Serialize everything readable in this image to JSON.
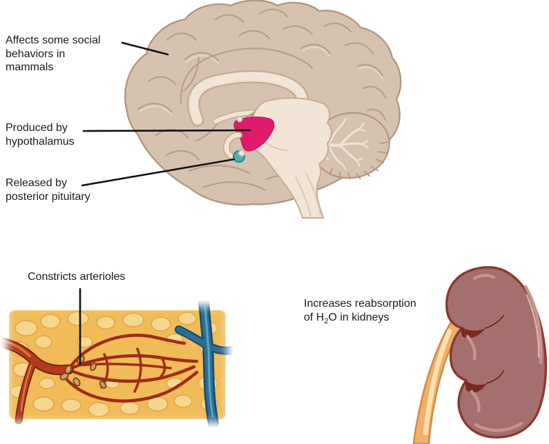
{
  "labels": {
    "social_behaviors": {
      "line1": "Affects some social",
      "line2": "behaviors in",
      "line3": "mammals"
    },
    "produced_by": {
      "line1": "Produced by",
      "line2": "hypothalamus"
    },
    "released_by": {
      "line1": "Released by",
      "line2": "posterior pituitary"
    },
    "constricts": {
      "text": "Constricts arterioles"
    },
    "kidneys": {
      "line1": "Increases reabsorption",
      "line2_pre": "of H",
      "line2_sub": "2",
      "line2_post": "O in kidneys"
    }
  },
  "illustrations": {
    "brain": "midsagittal-brain-with-hypothalamus-and-posterior-pituitary-highlighted",
    "capillary_bed": "arteriole-capillary-bed-in-tissue",
    "kidney": "kidney-with-ureter"
  },
  "colors": {
    "page-bg": "#ffffff",
    "label-text": "#1b1b1b",
    "leader-line": "#111111",
    "brain-tan": "#d6c2af",
    "brain-outline": "#b1967f",
    "brain-sulcus": "#b89d88",
    "brain-cream": "#f2e5d5",
    "thalamus-tan": "#cdb4a0",
    "hypothalamus-pink": "#e01a6c",
    "pituitary-teal": "#45b3b6",
    "tissue-yellow": "#f1bc58",
    "tissue-cell": "#f7da95",
    "artery-red": "#b33a1f",
    "capillary-red": "#9e2b16",
    "vein-blue": "#2b6f94",
    "kidney-mauve": "#a4706e",
    "kidney-outline": "#8a392e",
    "kidney-sinus": "#7a291c",
    "ureter-orange": "#f2ae6b"
  }
}
